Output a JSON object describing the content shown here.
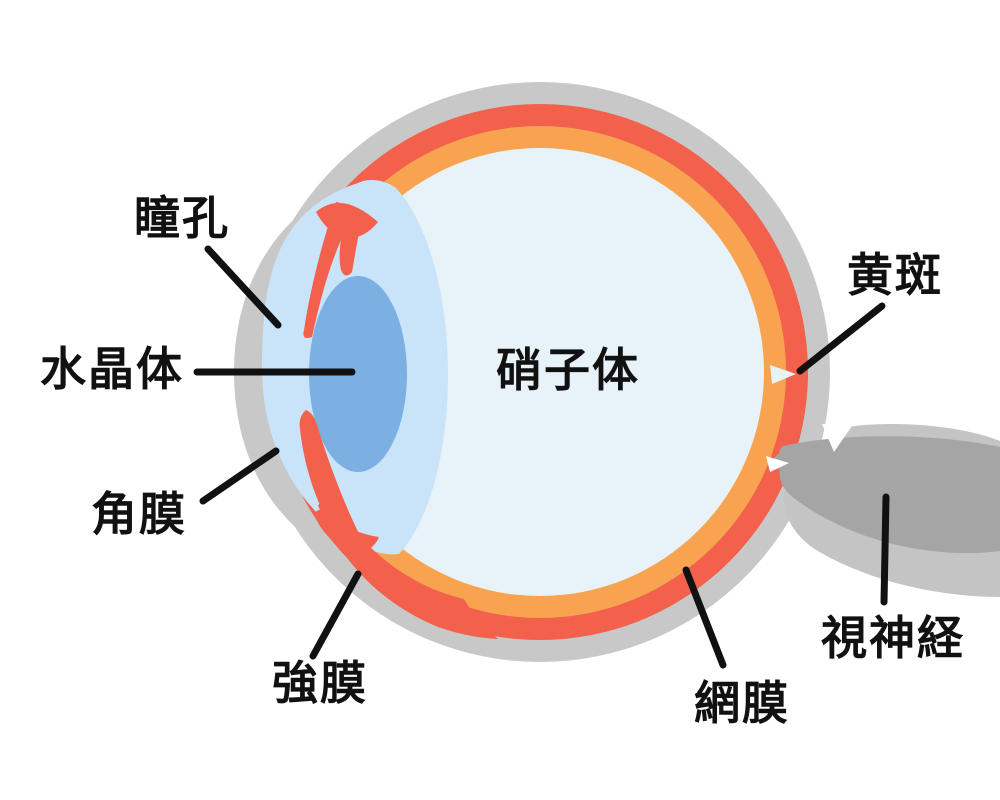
{
  "labels": {
    "pupil": "瞳孔",
    "crystalline_lens": "水晶体",
    "cornea": "角膜",
    "sclera": "強膜",
    "vitreous_body": "硝子体",
    "macula": "黄斑",
    "retina": "網膜",
    "optic_nerve": "視神経"
  },
  "colors": {
    "background": "#ffffff",
    "sclera_gray": "#c8c8c8",
    "choroid_red": "#f3604b",
    "retina_orange": "#f7a350",
    "vitreous_blue": "#e8f3f9",
    "anterior_blue": "#c9e4f8",
    "lens_blue": "#7db0e2",
    "optic_nerve_dark": "#a5a5a5",
    "optic_nerve_sheath": "#c4c4c4",
    "label_text": "#111111",
    "leader_line": "#111111"
  }
}
